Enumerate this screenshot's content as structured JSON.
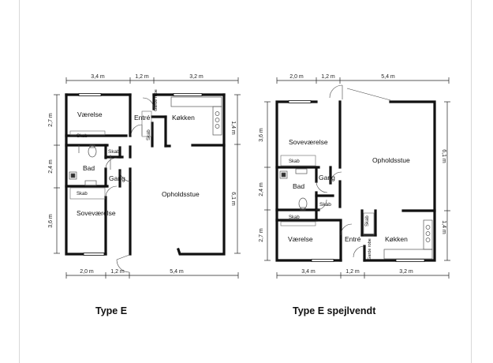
{
  "captions": {
    "left": "Type E",
    "right": "Type E spejlvendt"
  },
  "plan_normal": {
    "dims_top": [
      "3,4 m",
      "1,2 m",
      "3,2 m"
    ],
    "dims_bottom": [
      "2,0 m",
      "1,2 m",
      "5,4 m"
    ],
    "dims_left": [
      "2,7 m",
      "2,4 m",
      "3,6 m"
    ],
    "dims_right": [
      "1,4 m",
      "6,1 m"
    ],
    "rooms": {
      "vaerelse": "Værelse",
      "entre": "Entré",
      "garderobe": "Garde robe",
      "koekken": "Køkken",
      "skab_vaerelse": "Skab",
      "skab_entre": "Skab",
      "skab_bad": "Skab",
      "bad": "Bad",
      "gang": "Gang",
      "ophold": "Opholdsstue",
      "skab_sove": "Skab",
      "sove": "Soveværelse"
    }
  },
  "plan_mirror": {
    "dims_top": [
      "2,0 m",
      "1,2 m",
      "5,4 m"
    ],
    "dims_bottom": [
      "3,4 m",
      "1,2 m",
      "3,2 m"
    ],
    "dims_left": [
      "3,6 m",
      "2,4 m",
      "2,7 m"
    ],
    "dims_right": [
      "6,1 m",
      "1,4 m"
    ],
    "rooms": {
      "sove": "Soveværelse",
      "skab_sove": "Skab",
      "ophold": "Opholdsstue",
      "bad": "Bad",
      "gang": "Gang",
      "skab_bad": "Skab",
      "skab_vaerelse": "Skab",
      "skab_entre": "Skab",
      "vaerelse": "Værelse",
      "entre": "Entré",
      "koekken": "Køkken",
      "garderobe": "Garde robe"
    }
  }
}
